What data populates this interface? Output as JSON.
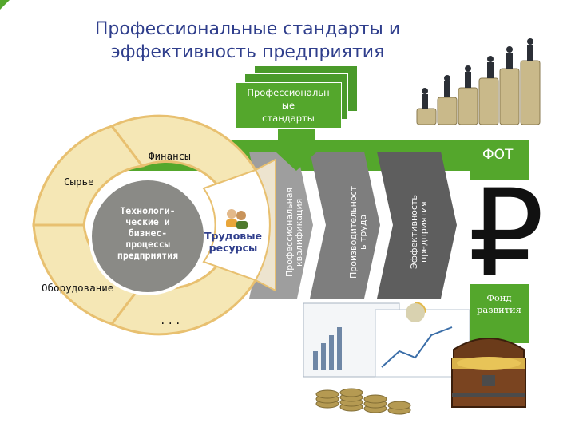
{
  "title": {
    "line1": "Профессиональные стандарты и",
    "line2": "эффективность предприятия"
  },
  "standards_box": {
    "line1": "Профессиональн",
    "line2": "ые",
    "line3": "стандарты"
  },
  "circle": {
    "center": {
      "line1": "Технологи-",
      "line2": "ческие и",
      "line3": "бизнес-",
      "line4": "процессы",
      "line5": "предприятия"
    },
    "segments": {
      "finance": "Финансы",
      "raw": "Сырье",
      "equipment": "Оборудование",
      "other": "...",
      "labor_line1": "Трудовые",
      "labor_line2": "ресурсы"
    }
  },
  "arrows": {
    "qualification": {
      "line1": "Профессиональная",
      "line2": "квалификация"
    },
    "productivity": {
      "line1": "Производительност",
      "line2": "ь труда"
    },
    "efficiency": {
      "line1": "Эффективность",
      "line2": "предприятия"
    }
  },
  "right_panel": {
    "fot": "ФОТ",
    "currency_symbol": "₽",
    "fund_line1": "Фонд",
    "fund_line2": "развития"
  },
  "colors": {
    "title": "#2f3e8c",
    "green_box": "#54a72c",
    "green_dark": "#3f8a22",
    "segment_fill": "#f5e7b5",
    "segment_border": "#e8c070",
    "center_circle": "#8a8a86",
    "labor_band": "#ede4cf",
    "arrow_gray_1": "#9e9e9e",
    "arrow_gray_2": "#7e7e7e",
    "arrow_gray_3": "#5e5e5e"
  }
}
